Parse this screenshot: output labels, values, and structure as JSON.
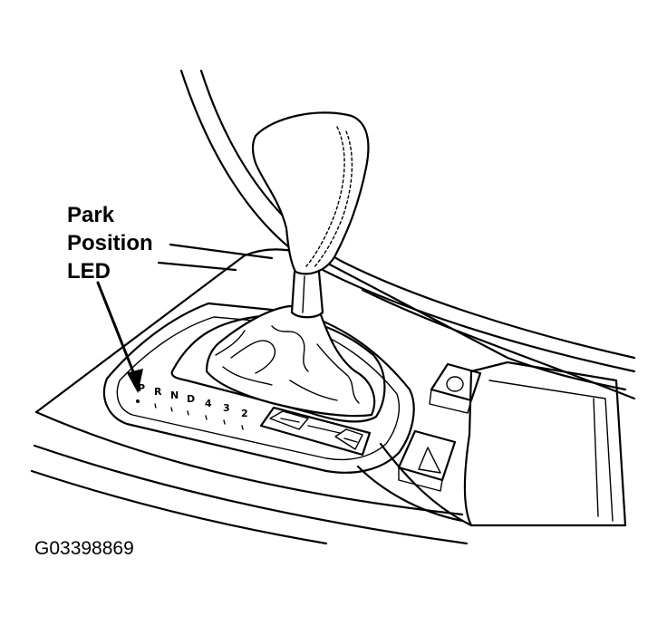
{
  "callout": {
    "line1": "Park",
    "line2": "Position",
    "line3": "LED"
  },
  "figure_id": "G03398869",
  "gear_labels": [
    "P",
    "R",
    "N",
    "D",
    "4",
    "3",
    "2"
  ]
}
